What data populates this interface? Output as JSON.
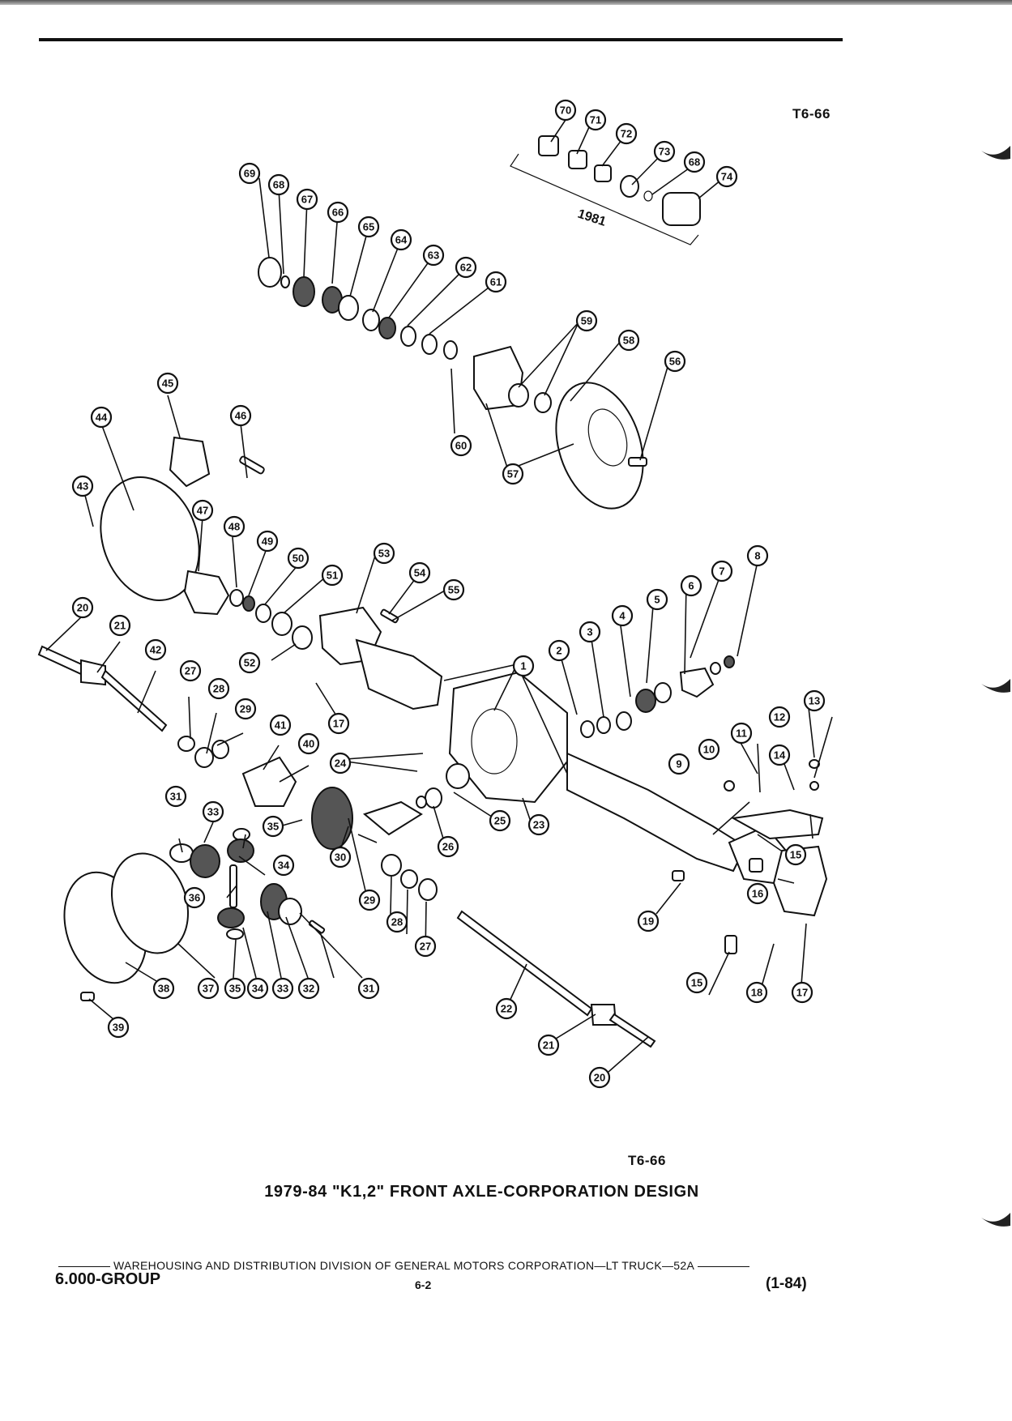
{
  "header": {
    "figure_code_top": "T6-66"
  },
  "diagram": {
    "year_label": "1981",
    "callouts": [
      "1",
      "2",
      "3",
      "4",
      "5",
      "6",
      "7",
      "8",
      "9",
      "10",
      "11",
      "12",
      "13",
      "14",
      "15",
      "15",
      "16",
      "17",
      "17",
      "18",
      "19",
      "20",
      "20",
      "21",
      "21",
      "22",
      "23",
      "24",
      "25",
      "26",
      "27",
      "27",
      "28",
      "28",
      "29",
      "29",
      "30",
      "31",
      "31",
      "32",
      "33",
      "33",
      "34",
      "34",
      "35",
      "35",
      "36",
      "37",
      "38",
      "39",
      "40",
      "41",
      "42",
      "43",
      "44",
      "45",
      "46",
      "47",
      "48",
      "49",
      "50",
      "51",
      "52",
      "53",
      "54",
      "55",
      "56",
      "57",
      "58",
      "59",
      "60",
      "61",
      "62",
      "63",
      "64",
      "65",
      "66",
      "67",
      "68",
      "68",
      "69",
      "70",
      "71",
      "72",
      "73",
      "74"
    ]
  },
  "caption": {
    "figure_code_bottom": "T6-66",
    "title": "1979-84 \"K1,2\" FRONT AXLE-CORPORATION DESIGN"
  },
  "footer": {
    "line": "WAREHOUSING AND DISTRIBUTION  DIVISION OF GENERAL MOTORS CORPORATION—LT TRUCK—52A",
    "group": "6.000-GROUP",
    "page": "6-2",
    "date": "(1-84)"
  }
}
